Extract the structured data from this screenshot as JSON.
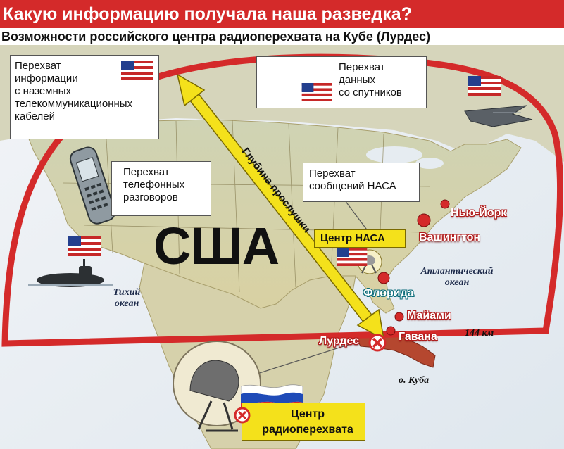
{
  "header": {
    "title": "Какую информацию получала наша разведка?",
    "subtitle": "Возможности российского центра радиоперехвата на Кубе (Лурдес)"
  },
  "callouts": {
    "cables": [
      "Перехват",
      "информации",
      "с наземных",
      "телекоммуникационных",
      "кабелей"
    ],
    "satellites": [
      "Перехват",
      "данных",
      "со спутников"
    ],
    "phones": [
      "Перехват",
      "телефонных",
      "разговоров"
    ],
    "nasa_messages": [
      "Перехват",
      "сообщений НАСА"
    ]
  },
  "map": {
    "country": "США",
    "arrow_label": "Глубина прослушки",
    "nasa_center": "Центр НАСА",
    "cities": {
      "new_york": "Нью-Йорк",
      "washington": "Вашингтон",
      "florida": "Флорида",
      "miami": "Майами",
      "havana": "Гавана",
      "lourdes": "Лурдес"
    },
    "pacific": [
      "Тихий",
      "океан"
    ],
    "atlantic": [
      "Атлантический",
      "океан"
    ],
    "distance": "144 км",
    "cuba": "о. Куба"
  },
  "center": {
    "label_line1": "Центр",
    "label_line2": "радиоперехвата"
  },
  "colors": {
    "range_ellipse": "#d42a2a",
    "arrow": "#f4e11b",
    "land": "#d8d2a6",
    "sea": "#ffffff",
    "cuba": "#b5472f"
  },
  "icons": {
    "satellite": "satellite-icon",
    "phone": "mobile-phone-icon",
    "submarine": "submarine-icon",
    "aircraft": "stealth-bomber-icon",
    "dish": "satellite-dish-icon",
    "us_flag": "us-flag-icon",
    "ru_flag": "russian-flag-icon",
    "marker": "cross-marker-icon"
  }
}
